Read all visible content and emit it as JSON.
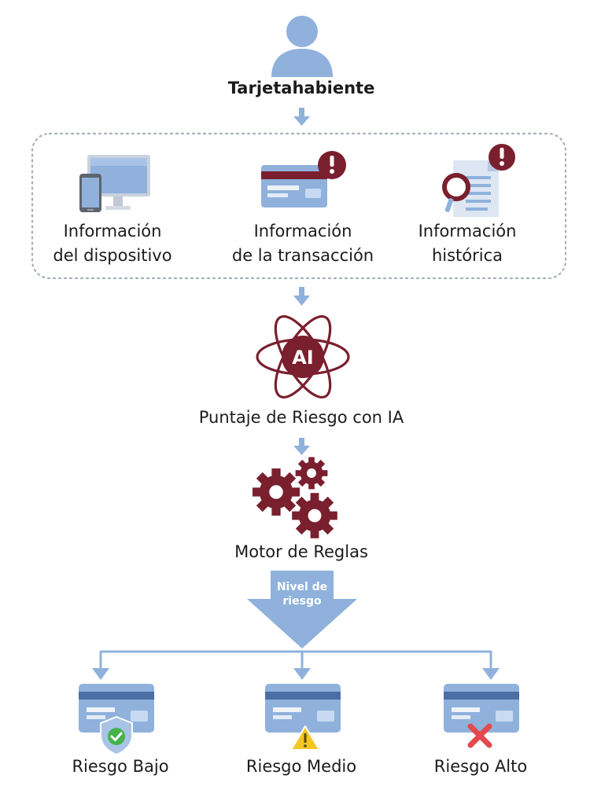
{
  "nodes": {
    "cardholder": {
      "label": "Tarjetahabiente",
      "icon": "person-icon"
    },
    "info_items": [
      {
        "line1": "Información",
        "line2": "del dispositivo",
        "icon": "devices-icon"
      },
      {
        "line1": "Información",
        "line2": "de la transacción",
        "icon": "card-alert-icon"
      },
      {
        "line1": "Información",
        "line2": "histórica",
        "icon": "document-search-icon"
      }
    ],
    "ai_score": {
      "label": "Puntaje de Riesgo con IA",
      "icon_text": "AI",
      "icon": "ai-atom-icon"
    },
    "rules_engine": {
      "label": "Motor de Reglas",
      "icon": "gears-icon"
    },
    "risk_level": {
      "line1": "Nivel de",
      "line2": "riesgo",
      "icon": "big-arrow-down-icon"
    },
    "outcomes": [
      {
        "label": "Riesgo Bajo",
        "icon": "card-shield-check-icon"
      },
      {
        "label": "Riesgo Medio",
        "icon": "card-warning-icon"
      },
      {
        "label": "Riesgo Alto",
        "icon": "card-x-icon"
      }
    ]
  },
  "colors": {
    "blue": "#8fb1dc",
    "blue_light": "#a9c3e6",
    "blue_dark": "#4a6fa5",
    "maroon": "#7a1f2e",
    "green": "#44b34a",
    "yellow": "#f3c623",
    "red": "#e5484d"
  }
}
